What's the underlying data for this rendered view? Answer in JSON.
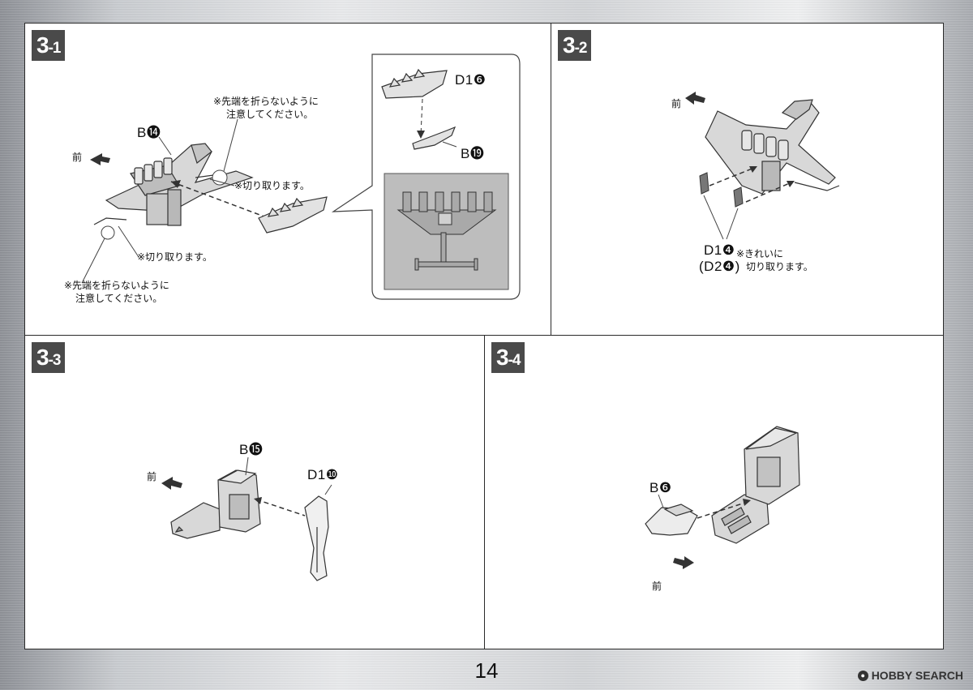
{
  "page_number": "14",
  "watermark": "HOBBY SEARCH",
  "steps": [
    {
      "number": "3",
      "sub": "-1",
      "labels": {
        "part_b": "B⓮",
        "part_d1": "D1❻",
        "part_b19": "B⓳",
        "mae": "前",
        "caution_tip_1a": "※先端を折らないように",
        "caution_tip_1b": "注意してください。",
        "cut_1": "※切り取ります。",
        "cut_2": "※切り取ります。",
        "caution_tip_2a": "※先端を折らないように",
        "caution_tip_2b": "注意してください。"
      }
    },
    {
      "number": "3",
      "sub": "-2",
      "labels": {
        "mae": "前",
        "part_d1": "D1❹",
        "part_d2": "(D2❹)",
        "note_a": "※きれいに",
        "note_b": "切り取ります。"
      }
    },
    {
      "number": "3",
      "sub": "-3",
      "labels": {
        "mae": "前",
        "part_b": "B⓯",
        "part_d1": "D1❿"
      }
    },
    {
      "number": "3",
      "sub": "-4",
      "labels": {
        "mae": "前",
        "part_b": "B❻"
      }
    }
  ]
}
